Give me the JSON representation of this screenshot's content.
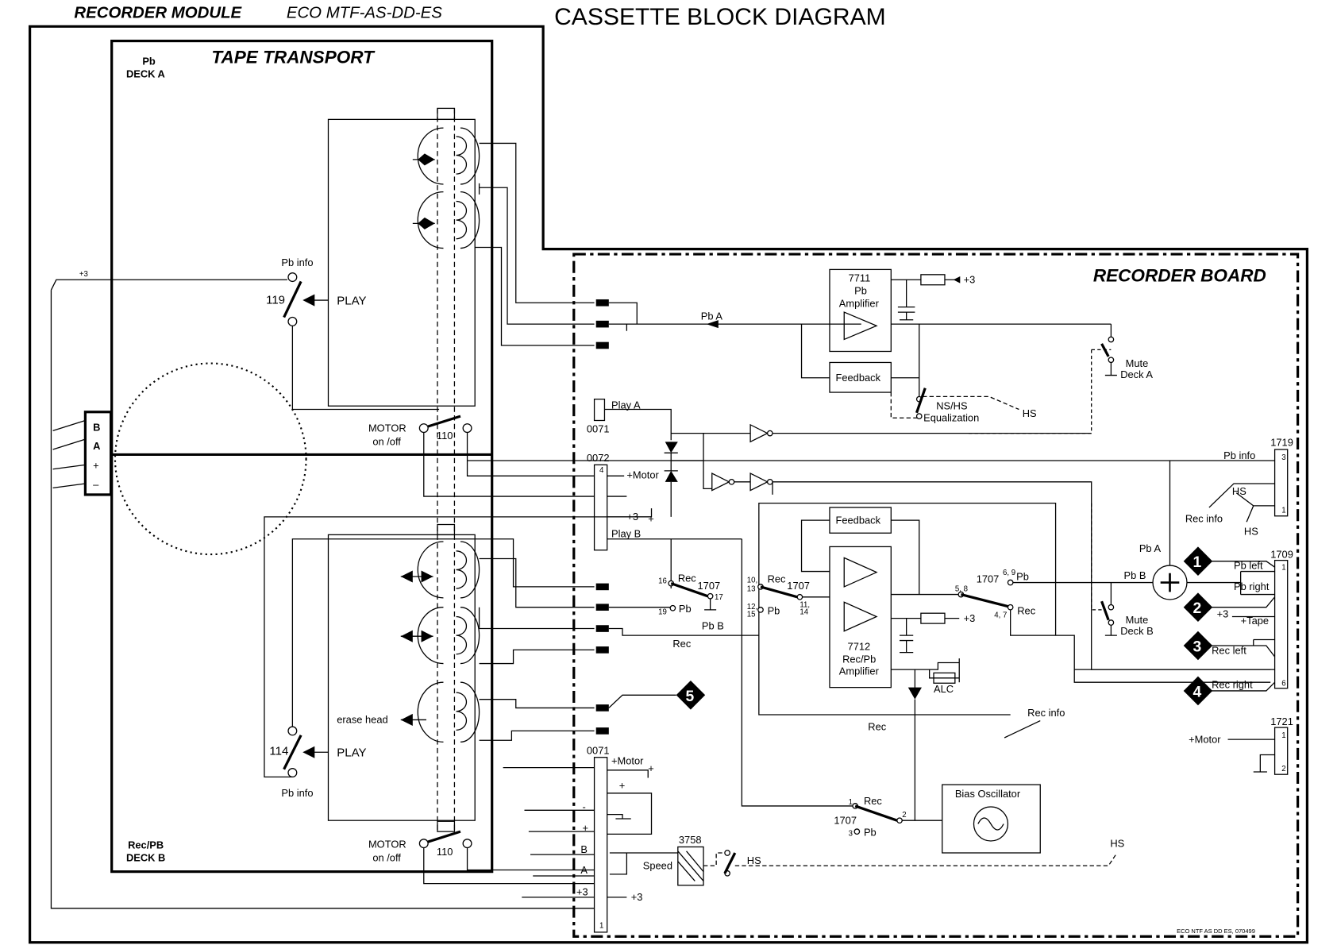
{
  "header": {
    "module_title": "RECORDER MODULE",
    "module_model": "ECO MTF-AS-DD-ES",
    "diagram_title": "CASSETTE BLOCK DIAGRAM"
  },
  "transport": {
    "title": "TAPE TRANSPORT",
    "deck_a_line1": "Pb",
    "deck_a_line2": "DECK A",
    "deck_b_line1": "Rec/PB",
    "deck_b_line2": "DECK B",
    "plus3": "+3",
    "pb_info": "Pb info",
    "switch_119": "119",
    "switch_114": "114",
    "play": "PLAY",
    "motor": "MOTOR",
    "on_off": "on /off",
    "switch_110": "110",
    "erase_head": "erase head",
    "connector_pins": [
      "B",
      "A",
      "+",
      "–"
    ]
  },
  "board": {
    "title": "RECORDER BOARD",
    "ic7711": [
      "7711",
      "Pb",
      "Amplifier"
    ],
    "ic7712": [
      "7712",
      "Rec/Pb",
      "Amplifier"
    ],
    "feedback": "Feedback",
    "ns_hs": "NS/HS",
    "equalization": "Equalization",
    "hs": "HS",
    "mute_a": [
      "Mute",
      "Deck A"
    ],
    "mute_b": [
      "Mute",
      "Deck B"
    ],
    "pb_a": "Pb A",
    "pb_b": "Pb B",
    "play_a": "Play A",
    "play_b": "Play B",
    "conn_0071": "0071",
    "conn_0072": "0072",
    "plus_motor": "+Motor",
    "plus3": "+3",
    "plus": "+",
    "minus": "-",
    "rec": "Rec",
    "pb": "Pb",
    "sw1707": "1707",
    "pins": {
      "p16": "16",
      "p17": "17",
      "p19": "19",
      "p10_13a": "10,",
      "p10_13b": "13",
      "p12_15a": "12,",
      "p12_15b": "15",
      "p11_14a": "11,",
      "p11_14b": "14",
      "p5_8": "5, 8",
      "p6_9": "6, 9",
      "p4_7": "4, 7",
      "p1": "1",
      "p2": "2",
      "p3": "3",
      "p4": "4",
      "p6": "6"
    },
    "alc": "ALC",
    "rec_info": "Rec info",
    "bias_oscillator": "Bias Oscillator",
    "speed": "Speed",
    "r3758": "3758",
    "conn_1719": "1719",
    "conn_1709": "1709",
    "conn_1721": "1721",
    "pb_info": "Pb info",
    "pb_left": "Pb left",
    "pb_right": "Pb right",
    "plus_tape": "+Tape",
    "rec_left": "Rec left",
    "rec_right": "Rec right",
    "conn_b": "B",
    "conn_a": "A",
    "markers": [
      "1",
      "2",
      "3",
      "4",
      "5"
    ],
    "footer": "ECO NTF AS DD ES, 070499"
  }
}
